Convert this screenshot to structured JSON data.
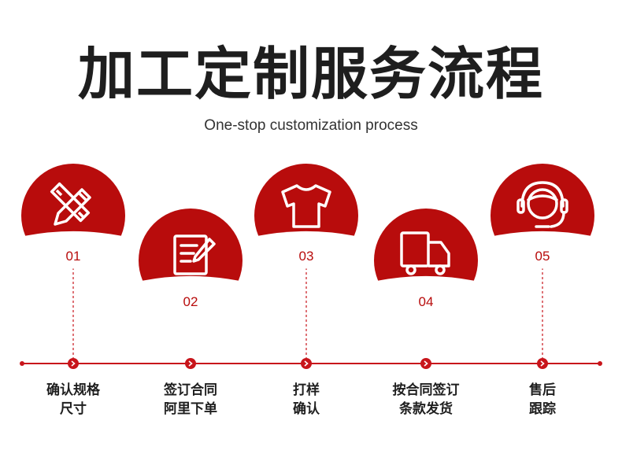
{
  "title": "加工定制服务流程",
  "subtitle": "One-stop customization process",
  "colors": {
    "accent": "#b80c0c",
    "accent_dark": "#8c0000",
    "text": "#1e1e1e",
    "line": "#c8151b"
  },
  "steps": [
    {
      "number": "01",
      "icon": "pencil-ruler-icon",
      "lines": [
        "确认规格",
        "尺寸"
      ]
    },
    {
      "number": "02",
      "icon": "document-sign-icon",
      "lines": [
        "签订合同",
        "阿里下单"
      ]
    },
    {
      "number": "03",
      "icon": "tshirt-icon",
      "lines": [
        "打样",
        "确认"
      ]
    },
    {
      "number": "04",
      "icon": "delivery-truck-icon",
      "lines": [
        "按合同签订",
        "条款发货"
      ]
    },
    {
      "number": "05",
      "icon": "headset-service-icon",
      "lines": [
        "售后",
        "跟踪"
      ]
    }
  ]
}
